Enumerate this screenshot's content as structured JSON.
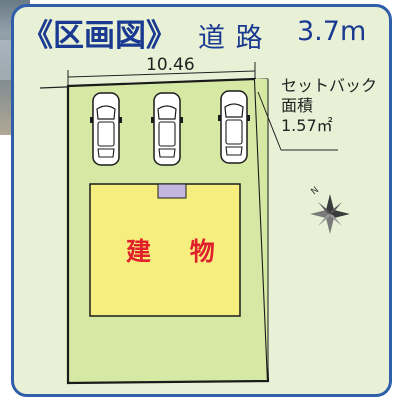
{
  "title": {
    "main": "《区画図》",
    "road": "道 路",
    "road_width": "3.7m"
  },
  "plan": {
    "frontage_dimension": "10.46",
    "building_label": "建 物",
    "setback": {
      "line1": "セットバック",
      "line2": "面積",
      "area": "1.57㎡"
    },
    "parking_spaces": 3,
    "compass_letter": "N"
  },
  "colors": {
    "frame_border": "#2f5fa8",
    "frame_background": "#e8f1d6",
    "lot_fill": "#d6e9a4",
    "building_fill": "#f6ef7f",
    "title_text": "#1a3a92",
    "building_text": "#e0202a",
    "entrance_fill": "#c4b6dd"
  }
}
